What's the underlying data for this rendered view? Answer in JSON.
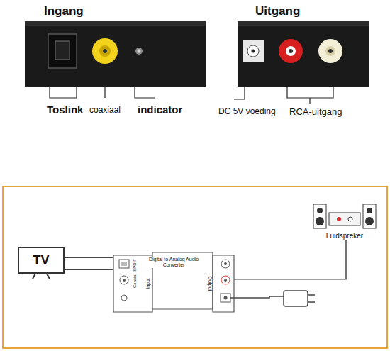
{
  "diagram": {
    "nodes": [
      {
        "text": [
          "TV"
        ]
      },
      {
        "text": [
          "Digital to Analog Audio Converter"
        ]
      },
      {
        "text": [
          "Luidspreker"
        ]
      }
    ],
    "edges": [
      {
        "from": 0,
        "to": 1,
        "arrow": "none"
      },
      {
        "from": 0,
        "to": 1,
        "arrow": "none"
      },
      {
        "from": 1,
        "to": 2,
        "arrow": "none"
      }
    ],
    "labels": [
      "Ingang",
      "Uitgang",
      "Toslink",
      "coaxiaal",
      "indicator",
      "DC 5V voeding",
      "RCA-uitgang",
      "SPDIF",
      "Coaxial",
      "Input",
      "Output"
    ]
  }
}
